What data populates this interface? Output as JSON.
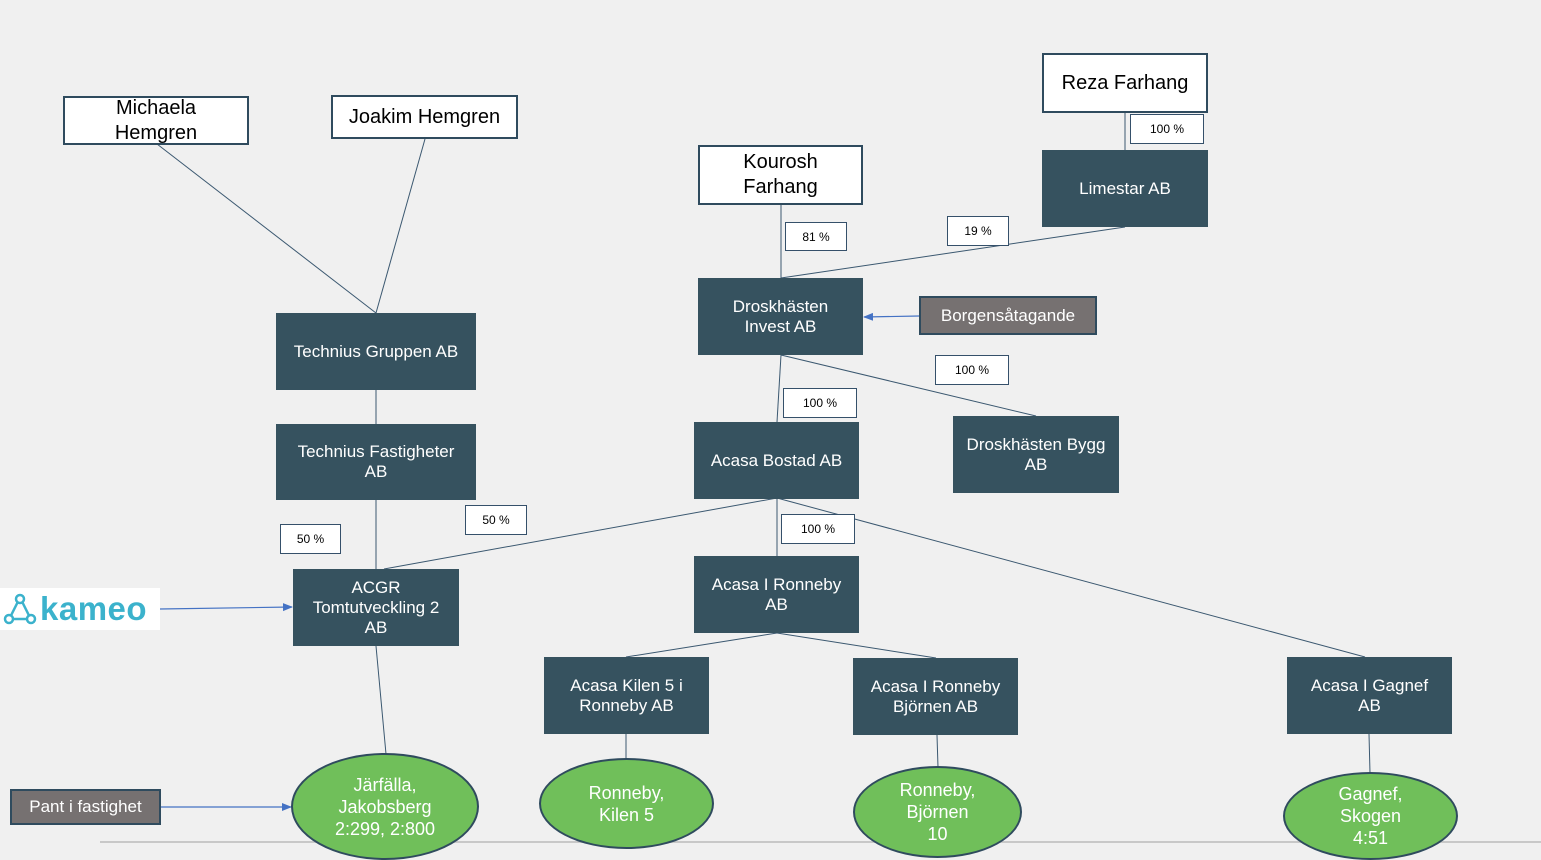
{
  "colors": {
    "background": "#f0f0f0",
    "company_fill": "#36525f",
    "person_fill": "#ffffff",
    "property_fill": "#70bf5a",
    "tag_fill": "#767171",
    "connector": "#3b5870",
    "arrow": "#4472c4",
    "logo_text": "#3bb2cc"
  },
  "people": {
    "michaela": "Michaela\nHemgren",
    "joakim": "Joakim Hemgren",
    "kourosh": "Kourosh\nFarhang",
    "reza": "Reza Farhang"
  },
  "companies": {
    "technius_gruppen": "Technius Gruppen AB",
    "technius_fastigheter": "Technius Fastigheter\nAB",
    "acgr": "ACGR\nTomtutveckling 2\nAB",
    "droskhasten_invest": "Droskhästen\nInvest AB",
    "limestar": "Limestar AB",
    "acasa_bostad": "Acasa Bostad AB",
    "droskhasten_bygg": "Droskhästen Bygg\nAB",
    "acasa_ronneby": "Acasa I Ronneby\nAB",
    "acasa_kilen": "Acasa Kilen 5 i\nRonneby AB",
    "acasa_bjornen": "Acasa I Ronneby\nBjörnen AB",
    "acasa_gagnef": "Acasa I Gagnef\nAB"
  },
  "percentages": {
    "reza_limestar": "100 %",
    "kourosh_droskhasten": "81 %",
    "limestar_droskhasten": "19 %",
    "droskhasten_bygg": "100 %",
    "droskhasten_acasa": "100 %",
    "technius_acgr": "50 %",
    "acasa_acgr": "50 %",
    "acasa_ronneby": "100 %"
  },
  "tags": {
    "borgen": "Borgensåtagande",
    "pant": "Pant i fastighet"
  },
  "properties": {
    "jarfalla": "Järfälla,\nJakobsberg\n2:299, 2:800",
    "kilen": "Ronneby,\nKilen 5",
    "bjornen": "Ronneby,\nBjörnen\n10",
    "gagnef": "Gagnef,\nSkogen\n4:51"
  },
  "logo": {
    "text": "kameo",
    "icon": "kameo-triangle-icon"
  }
}
